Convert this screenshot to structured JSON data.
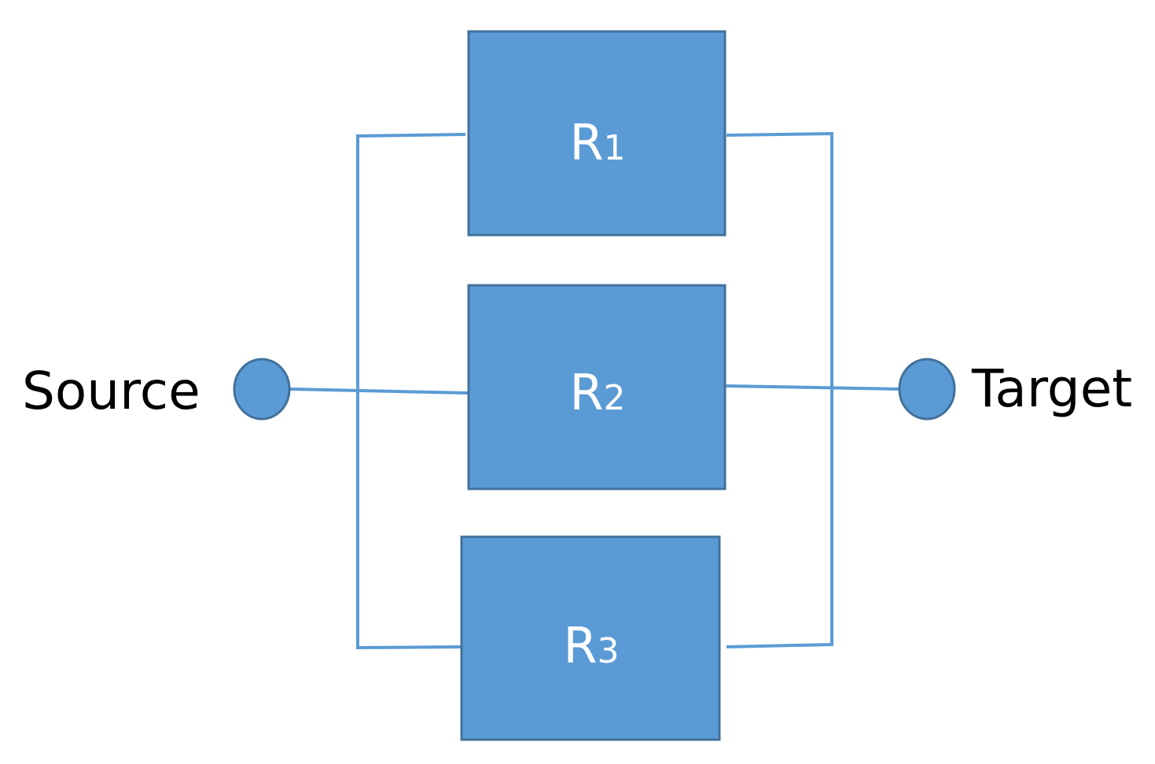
{
  "colors": {
    "box_fill": "#5b9bd5",
    "box_stroke": "#41719c",
    "wire": "#5b9bd5",
    "node_fill": "#5b9bd5",
    "label_text": "#000000",
    "box_text": "#ffffff"
  },
  "terminals": {
    "source": {
      "label": "Source"
    },
    "target": {
      "label": "Target"
    }
  },
  "components": [
    {
      "letter": "R",
      "index": "1"
    },
    {
      "letter": "R",
      "index": "2"
    },
    {
      "letter": "R",
      "index": "3"
    }
  ]
}
